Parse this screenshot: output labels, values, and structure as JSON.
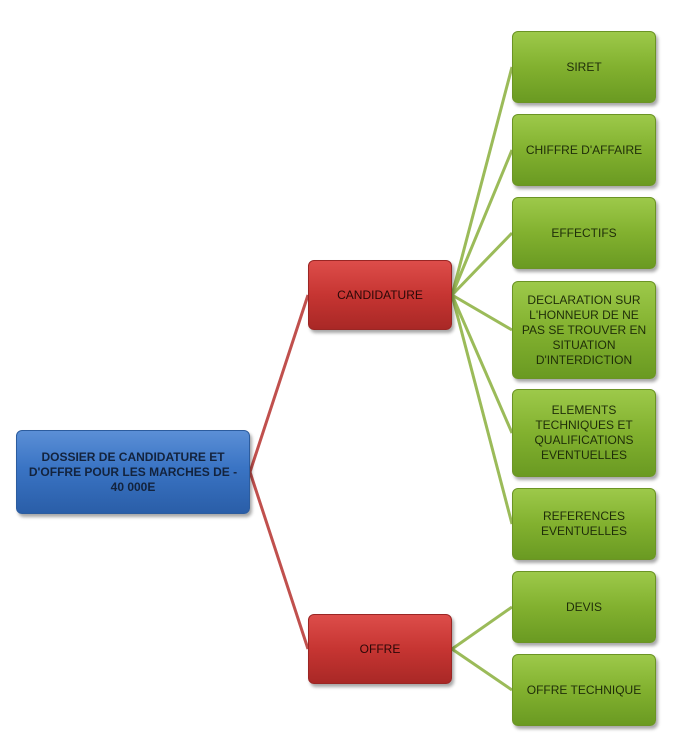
{
  "root": {
    "label": "DOSSIER DE CANDIDATURE  ET D'OFFRE POUR LES MARCHES DE - 40 000E"
  },
  "branches": [
    {
      "label": "CANDIDATURE",
      "children": [
        {
          "label": "SIRET"
        },
        {
          "label": "CHIFFRE D'AFFAIRE"
        },
        {
          "label": "EFFECTIFS"
        },
        {
          "label": "DECLARATION SUR L'HONNEUR DE NE PAS SE TROUVER EN SITUATION D'INTERDICTION"
        },
        {
          "label": "ELEMENTS TECHNIQUES ET QUALIFICATIONS EVENTUELLES"
        },
        {
          "label": "REFERENCES EVENTUELLES"
        }
      ]
    },
    {
      "label": "OFFRE",
      "children": [
        {
          "label": "DEVIS"
        },
        {
          "label": "OFFRE TECHNIQUE"
        }
      ]
    }
  ],
  "colors": {
    "root": "#3a74c4",
    "branch": "#c63532",
    "leaf": "#82b12f",
    "connector_branch": "#c0504d",
    "connector_leaf": "#9bbb59"
  }
}
